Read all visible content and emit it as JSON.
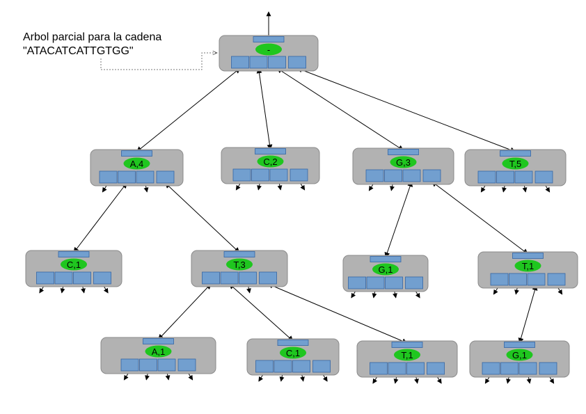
{
  "caption": {
    "line1": "Arbol parcial para la cadena",
    "line2": "\"ATACATCATTGTGG\""
  },
  "colors": {
    "node_fill": "#b2b2b2",
    "node_stroke": "#8a8a8a",
    "cell_fill": "#729fcf",
    "cell_stroke": "#3465a4",
    "label_fill": "#1fc61f",
    "edge": "#000000"
  },
  "nodes": [
    {
      "id": "root",
      "label": "-"
    },
    {
      "id": "a4",
      "label": "A,4"
    },
    {
      "id": "c2",
      "label": "C,2"
    },
    {
      "id": "g3",
      "label": "G,3"
    },
    {
      "id": "t5",
      "label": "T,5"
    },
    {
      "id": "a4-c1",
      "label": "C,1"
    },
    {
      "id": "a4-t3",
      "label": "T,3"
    },
    {
      "id": "g3-g1",
      "label": "G,1"
    },
    {
      "id": "g3-t1",
      "label": "T,1"
    },
    {
      "id": "t3-a1",
      "label": "A,1"
    },
    {
      "id": "t3-c1",
      "label": "C,1"
    },
    {
      "id": "t3-t1",
      "label": "T,1"
    },
    {
      "id": "t1-g1",
      "label": "G,1"
    }
  ],
  "edges": [
    {
      "from": "root",
      "to": "a4",
      "slot": 0
    },
    {
      "from": "root",
      "to": "c2",
      "slot": 1
    },
    {
      "from": "root",
      "to": "g3",
      "slot": 2
    },
    {
      "from": "root",
      "to": "t5",
      "slot": 3
    },
    {
      "from": "a4",
      "to": "a4-c1",
      "slot": 1
    },
    {
      "from": "a4",
      "to": "a4-t3",
      "slot": 3
    },
    {
      "from": "a4-t3",
      "to": "t3-a1",
      "slot": 0
    },
    {
      "from": "a4-t3",
      "to": "t3-c1",
      "slot": 1
    },
    {
      "from": "a4-t3",
      "to": "t3-t1",
      "slot": 3
    },
    {
      "from": "g3",
      "to": "g3-g1",
      "slot": 2
    },
    {
      "from": "g3",
      "to": "g3-t1",
      "slot": 3
    },
    {
      "from": "g3-t1",
      "to": "t1-g1",
      "slot": 2
    }
  ]
}
